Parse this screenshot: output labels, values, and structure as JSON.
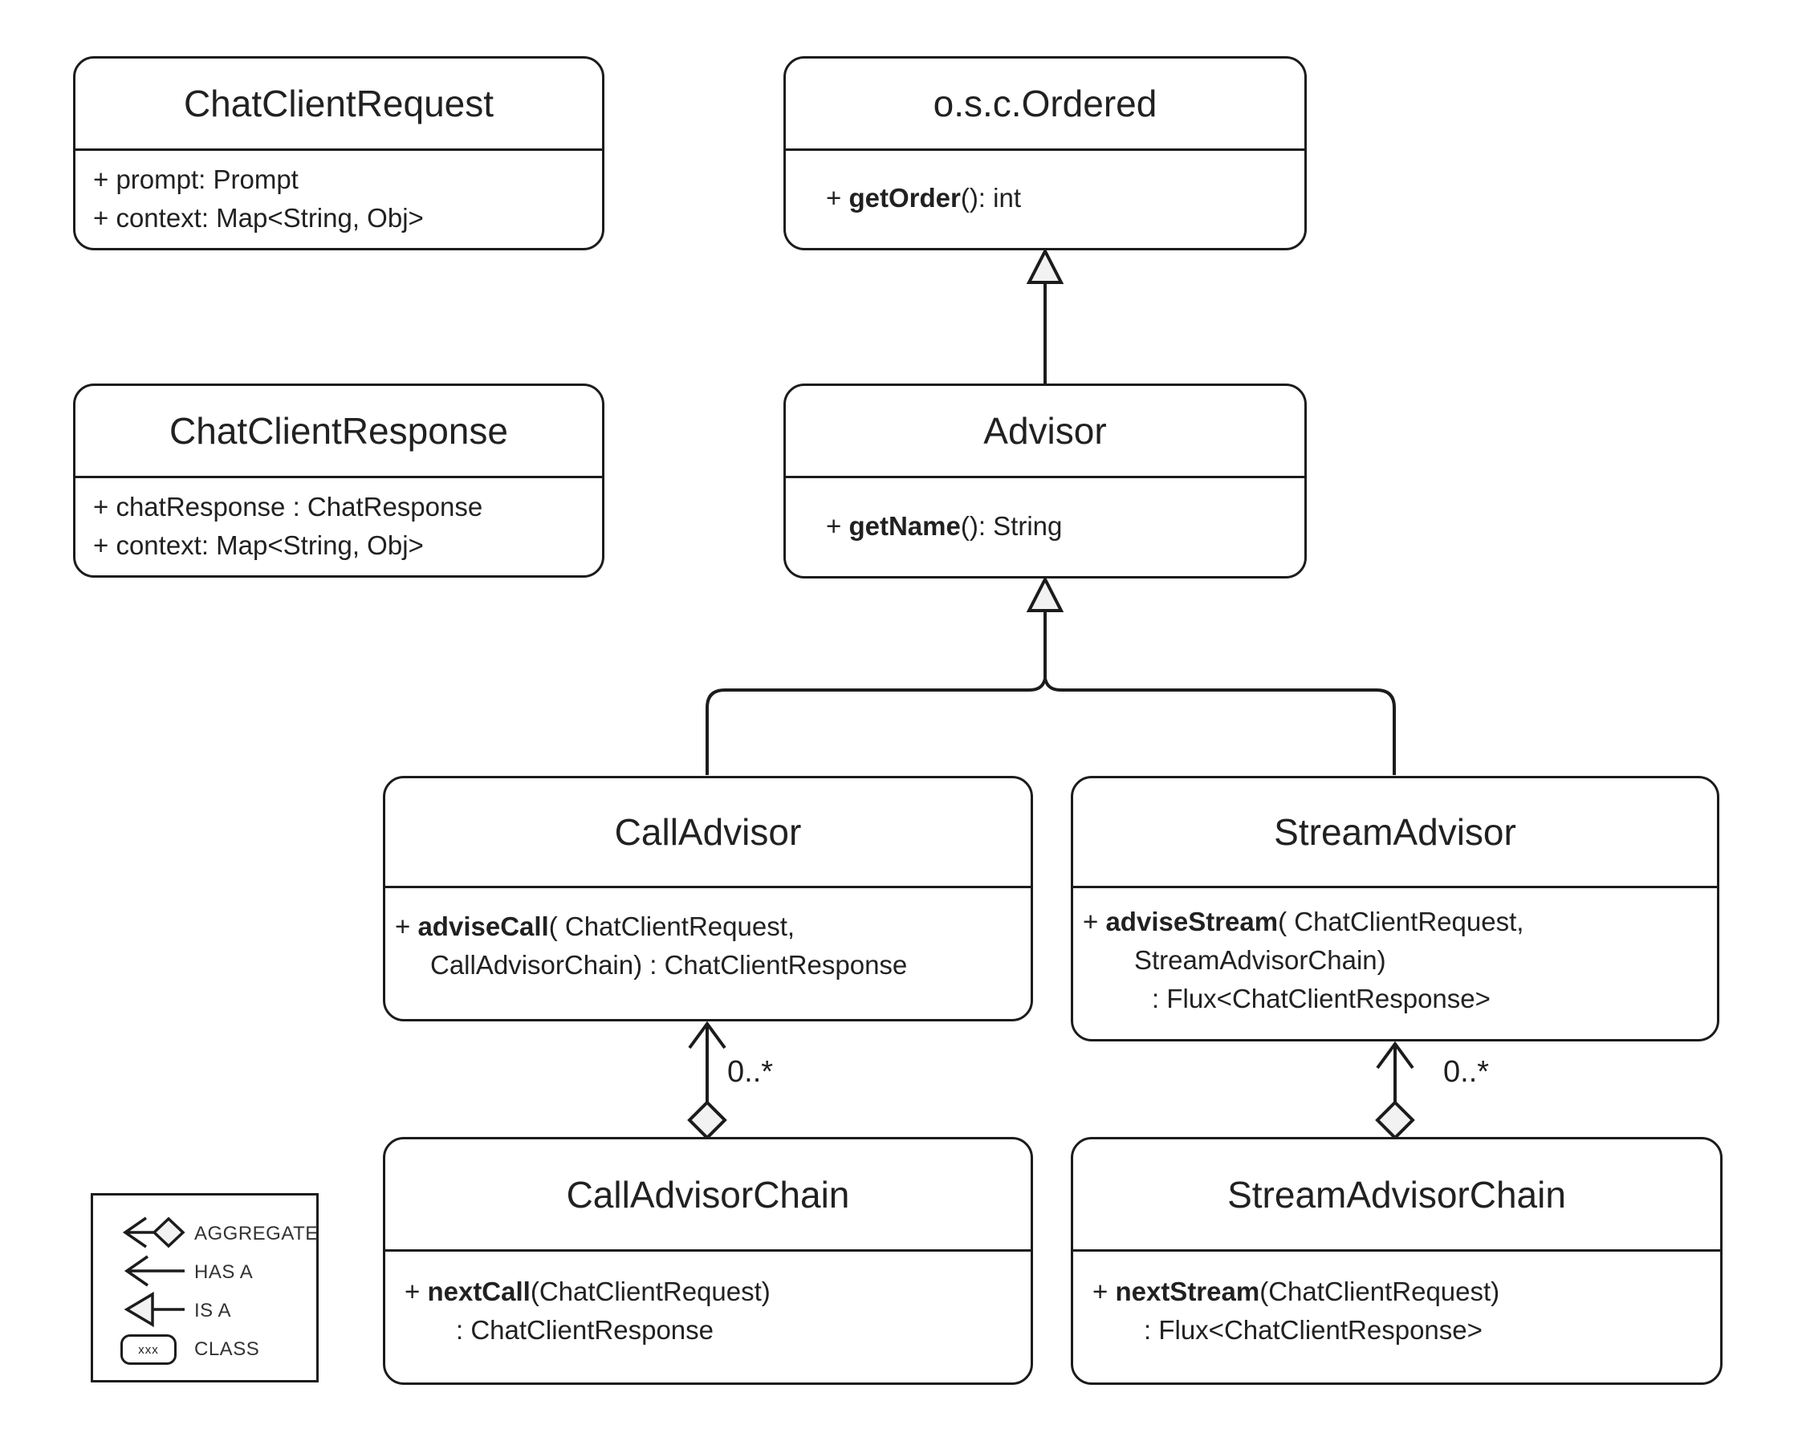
{
  "colors": {
    "line": "#1c1c1c",
    "shape_fill": "#f2f2f2",
    "background": "#ffffff",
    "text": "#212121"
  },
  "classes": {
    "request": {
      "title": "ChatClientRequest",
      "l1": {
        "pre": "+ prompt: Prompt",
        "bold": "",
        "post": ""
      },
      "l2": {
        "pre": "+ context: Map<String, Obj>",
        "bold": "",
        "post": ""
      }
    },
    "ordered": {
      "title": "o.s.c.Ordered",
      "l1": {
        "pre": "+ ",
        "bold": "getOrder",
        "post": "(): int"
      }
    },
    "response": {
      "title": "ChatClientResponse",
      "l1": {
        "pre": "+ chatResponse : ChatResponse",
        "bold": "",
        "post": ""
      },
      "l2": {
        "pre": "+ context: Map<String, Obj>",
        "bold": "",
        "post": ""
      }
    },
    "advisor": {
      "title": "Advisor",
      "l1": {
        "pre": "+ ",
        "bold": "getName",
        "post": "(): String"
      }
    },
    "call_advisor": {
      "title": "CallAdvisor",
      "l1": {
        "pre": "+ ",
        "bold": "adviseCall",
        "post": "( ChatClientRequest,"
      },
      "l2": {
        "pre": "CallAdvisorChain) : ChatClientResponse",
        "bold": "",
        "post": ""
      }
    },
    "stream_advisor": {
      "title": "StreamAdvisor",
      "l1": {
        "pre": "+ ",
        "bold": "adviseStream",
        "post": "( ChatClientRequest,"
      },
      "l2": {
        "pre": "StreamAdvisorChain)",
        "bold": "",
        "post": ""
      },
      "l3": {
        "pre": ": Flux<ChatClientResponse>",
        "bold": "",
        "post": ""
      }
    },
    "call_chain": {
      "title": "CallAdvisorChain",
      "l1": {
        "pre": "+ ",
        "bold": "nextCall",
        "post": "(ChatClientRequest)"
      },
      "l2": {
        "pre": ": ChatClientResponse",
        "bold": "",
        "post": ""
      }
    },
    "stream_chain": {
      "title": "StreamAdvisorChain",
      "l1": {
        "pre": "+ ",
        "bold": "nextStream",
        "post": "(ChatClientRequest)"
      },
      "l2": {
        "pre": ": Flux<ChatClientResponse>",
        "bold": "",
        "post": ""
      }
    }
  },
  "relations": {
    "left_multiplicity": "0..*",
    "right_multiplicity": "0..*"
  },
  "legend": {
    "aggregate": "AGGREGATE",
    "has_a": "HAS A",
    "is_a": "IS A",
    "class_label": "CLASS",
    "class_symbol": "xxx"
  }
}
